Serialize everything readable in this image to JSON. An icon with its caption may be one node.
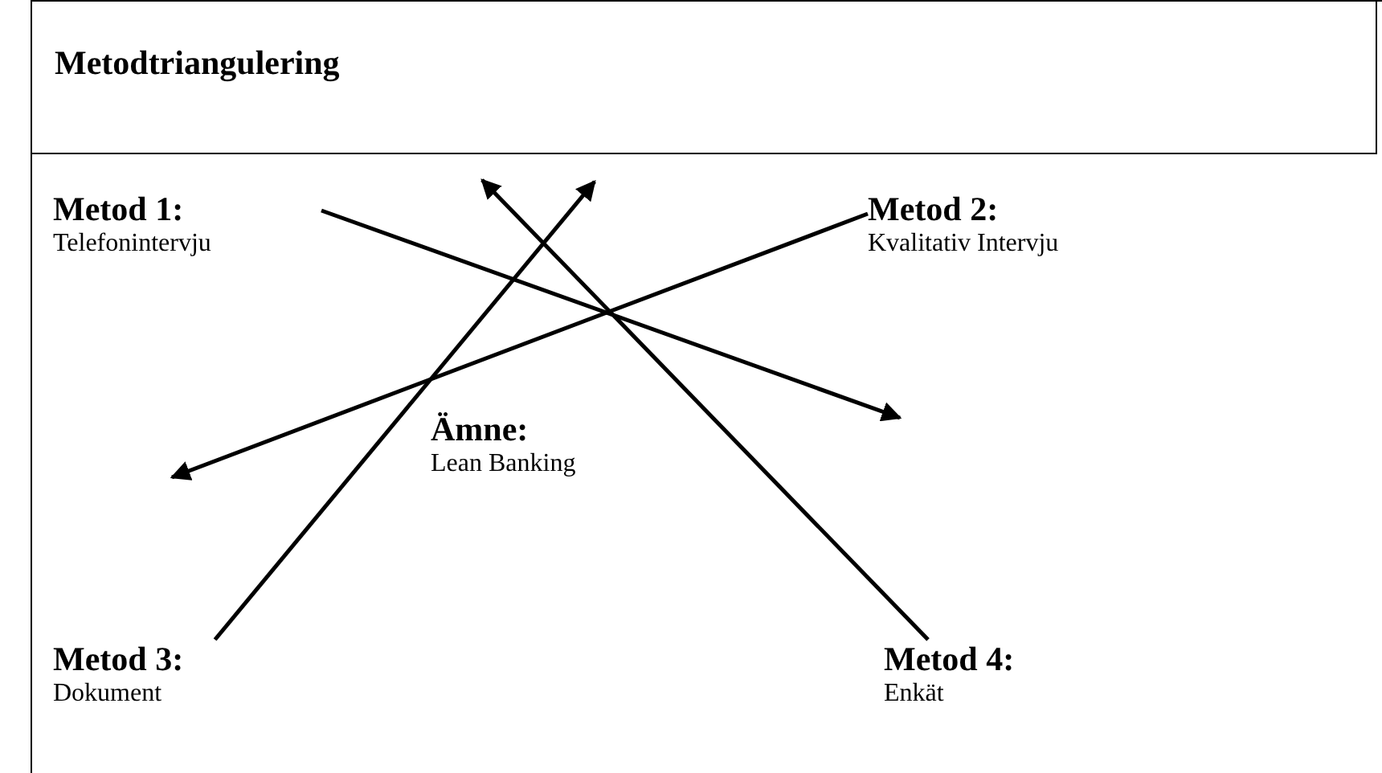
{
  "diagram": {
    "title": "Metodtriangulering",
    "nodes": [
      {
        "text": [
          "Metod 1:",
          "Telefonintervju"
        ]
      },
      {
        "text": [
          "Metod 2:",
          "Kvalitativ Intervju"
        ]
      },
      {
        "text": [
          "Ämne:",
          "Lean Banking"
        ]
      },
      {
        "text": [
          "Metod 3:",
          "Dokument"
        ]
      },
      {
        "text": [
          "Metod 4:",
          "Enkät"
        ]
      }
    ],
    "edges": [
      {
        "from": 0,
        "to": null,
        "arrow": "to"
      },
      {
        "from": 1,
        "to": null,
        "arrow": "to"
      },
      {
        "from": 3,
        "to": null,
        "arrow": "to"
      },
      {
        "from": 4,
        "to": null,
        "arrow": "to"
      }
    ]
  }
}
